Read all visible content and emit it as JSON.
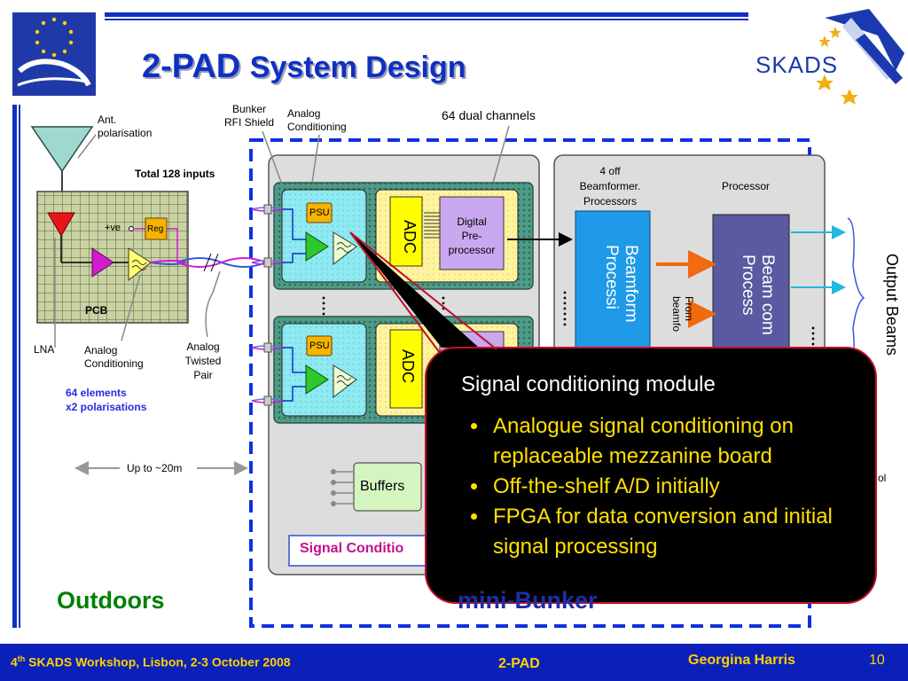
{
  "title": {
    "part1": "2-PAD",
    "part2": "System Design"
  },
  "logos": {
    "left": "eu-fp6-logo",
    "right_text": "SKADS"
  },
  "colors": {
    "title": "#1030c0",
    "footer_bg": "#0b20b8",
    "footer_text": "#ffd200",
    "callout_bg": "#000000",
    "callout_border": "#c0102a",
    "bullet_text": "#ffe000",
    "outdoors": "#008000",
    "dashed_border": "#1030e0",
    "bunker_label": "#1e2ea8"
  },
  "left": {
    "ant_label": "Ant.\npolarisation",
    "total_inputs": "Total 128 inputs",
    "ve_label": "+ve",
    "reg_label": "Reg",
    "pcb_label": "PCB",
    "lna_label": "LNA",
    "analog_conditioning": "Analog\nConditioning",
    "twisted_pair": "Analog\nTwisted\nPair",
    "elements": "64 elements\nx2 polarisations",
    "distance": "Up to ~20m",
    "outdoors": "Outdoors"
  },
  "bunker": {
    "rfi_shield": "Bunker\nRFI Shield",
    "analog_conditioning": "Analog\nConditioning",
    "dual_channels": "64 dual channels",
    "psu": "PSU",
    "adc": "ADC",
    "digital_preprocessor": "Digital\nPre-\nprocessor",
    "buffers": "Buffers",
    "signal_conditioning": "Signal Conditio",
    "off_beamformer": "4 off\nBeamformer.\nProcessors",
    "processor": "Processor",
    "beamformer_block": "Beamform\nProcessi",
    "from_beamformer": "From\nbeamfo",
    "beam_combiner": "Beam com\nProcess",
    "output_beams": "Output Beams",
    "control_fragment": "ol",
    "mini_bunker": "mini-Bunker"
  },
  "callout": {
    "heading": "Signal conditioning module",
    "bullets": [
      "Analogue signal conditioning on replaceable mezzanine board",
      "Off-the-shelf A/D initially",
      "FPGA for data conversion and initial signal processing"
    ]
  },
  "footer": {
    "workshop_sup": "th",
    "workshop_prefix": "4",
    "workshop_rest": " SKADS Workshop, Lisbon, 2-3 October 2008",
    "center": "2-PAD",
    "author": "Georgina Harris",
    "page": "10"
  }
}
